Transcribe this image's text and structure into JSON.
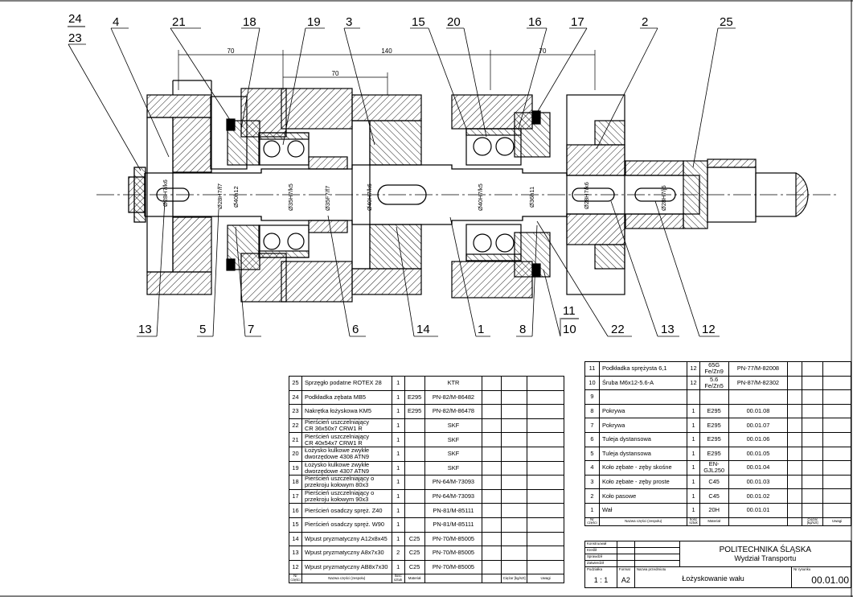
{
  "drawing": {
    "callouts_top": [
      "24",
      "23",
      "4",
      "21",
      "18",
      "19",
      "3",
      "15",
      "20",
      "16",
      "17",
      "2",
      "25"
    ],
    "callouts_bottom": [
      "13",
      "5",
      "7",
      "6",
      "14",
      "1",
      "8",
      "11",
      "10",
      "22",
      "13",
      "12"
    ],
    "dims": {
      "d1": "70",
      "d2": "140",
      "d3": "70",
      "d4": "70"
    },
    "fits": [
      "Ø28H7/k6",
      "Ø28H7/f7",
      "Ø40h12",
      "Ø35H7/k5",
      "Ø35F7/f7",
      "Ø40H7/k6",
      "Ø40H7/k5",
      "Ø36h11",
      "Ø28H7/k6",
      "Ø28H7/j6"
    ]
  },
  "bom_left": {
    "rows": [
      {
        "no": "25",
        "name": [
          "Sprzęgło podatne ROTEX 28"
        ],
        "qty": "1",
        "mat": "",
        "norm": "KTR"
      },
      {
        "no": "24",
        "name": [
          "Podkładka zębata MB5"
        ],
        "qty": "1",
        "mat": "E295",
        "norm": "PN-82/M-86482"
      },
      {
        "no": "23",
        "name": [
          "Nakrętka łożyskowa KM5"
        ],
        "qty": "1",
        "mat": "E295",
        "norm": "PN-82/M-86478"
      },
      {
        "no": "22",
        "name": [
          "Pierścień uszczelniający",
          "CR 36x50x7 CRW1 R"
        ],
        "qty": "1",
        "mat": "",
        "norm": "SKF"
      },
      {
        "no": "21",
        "name": [
          "Pierścień uszczelniający",
          "CR 40x54x7 CRW1 R"
        ],
        "qty": "1",
        "mat": "",
        "norm": "SKF"
      },
      {
        "no": "20",
        "name": [
          "Łożysko kulkowe zwykłe",
          "dworzędowe 4308 ATN9"
        ],
        "qty": "1",
        "mat": "",
        "norm": "SKF"
      },
      {
        "no": "19",
        "name": [
          "Łożysko kulkowe zwykłe",
          "dworzędowe 4307 ATN9"
        ],
        "qty": "1",
        "mat": "",
        "norm": "SKF"
      },
      {
        "no": "18",
        "name": [
          "Pierścień uszczelniający o",
          "przekroju kołowym 80x3"
        ],
        "qty": "1",
        "mat": "",
        "norm": "PN-64/M-73093"
      },
      {
        "no": "17",
        "name": [
          "Pierścień uszczelniający o",
          "przekroju kołowym 90x3"
        ],
        "qty": "1",
        "mat": "",
        "norm": "PN-64/M-73093"
      },
      {
        "no": "16",
        "name": [
          "Pierścień osadczy spręż. Z40"
        ],
        "qty": "1",
        "mat": "",
        "norm": "PN-81/M-85111"
      },
      {
        "no": "15",
        "name": [
          "Pierścień osadczy spręż. W90"
        ],
        "qty": "1",
        "mat": "",
        "norm": "PN-81/M-85111"
      },
      {
        "no": "14",
        "name": [
          "Wpust pryzmatyczny A12x8x45"
        ],
        "qty": "1",
        "mat": "C25",
        "norm": "PN-70/M-85005"
      },
      {
        "no": "13",
        "name": [
          "Wpust pryzmatyczny A8x7x30"
        ],
        "qty": "2",
        "mat": "C25",
        "norm": "PN-70/M-85005"
      },
      {
        "no": "12",
        "name": [
          "Wpust pryzmatyczny AB8x7x30"
        ],
        "qty": "1",
        "mat": "C25",
        "norm": "PN-70/M-85005"
      }
    ],
    "header": {
      "no": "Nr części",
      "name": "Nazwa części (zespołu)",
      "qty": "Ilość sztuk",
      "mat": "Materiał",
      "norm": "",
      "mass": "Ciężar [kg/szt]",
      "notes": "Uwagi"
    }
  },
  "bom_right": {
    "rows": [
      {
        "no": "11",
        "name": "Podkładka sprężysta 6,1",
        "qty": "12",
        "mat": [
          "65G",
          "Fe/Zn9"
        ],
        "norm": "PN-77/M-82008"
      },
      {
        "no": "10",
        "name": "Śruba M6x12-5.6-A",
        "qty": "12",
        "mat": [
          "5.6",
          "Fe/Zn5"
        ],
        "norm": "PN-87/M-82302"
      },
      {
        "no": "9",
        "name": "",
        "qty": "",
        "mat": [
          ""
        ],
        "norm": ""
      },
      {
        "no": "8",
        "name": "Pokrywa",
        "qty": "1",
        "mat": [
          "E295"
        ],
        "norm": "00.01.08"
      },
      {
        "no": "7",
        "name": "Pokrywa",
        "qty": "1",
        "mat": [
          "E295"
        ],
        "norm": "00.01.07"
      },
      {
        "no": "6",
        "name": "Tuleja dystansowa",
        "qty": "1",
        "mat": [
          "E295"
        ],
        "norm": "00.01.06"
      },
      {
        "no": "5",
        "name": "Tuleja dystansowa",
        "qty": "1",
        "mat": [
          "E295"
        ],
        "norm": "00.01.05"
      },
      {
        "no": "4",
        "name": "Koło zębate - zęby skośne",
        "qty": "1",
        "mat": [
          "EN-GJL250"
        ],
        "norm": "00.01.04"
      },
      {
        "no": "3",
        "name": "Koło zębate - zęby proste",
        "qty": "1",
        "mat": [
          "C45"
        ],
        "norm": "00.01.03"
      },
      {
        "no": "2",
        "name": "Koło pasowe",
        "qty": "1",
        "mat": [
          "C45"
        ],
        "norm": "00.01.02"
      },
      {
        "no": "1",
        "name": "Wał",
        "qty": "1",
        "mat": [
          "20H"
        ],
        "norm": "00.01.01"
      }
    ],
    "header": {
      "no": "Nr części",
      "name": "Nazwa części (zespołu)",
      "qty": "Ilość sztuk",
      "mat": "Materiał",
      "mass": "Ciężar [kg/szt]",
      "notes": "Uwagi"
    }
  },
  "title_block": {
    "roles": [
      "Konstruował",
      "Kreślił",
      "Sprawdził",
      "Zatwierdził"
    ],
    "institution": "POLITECHNIKA ŚLĄSKA",
    "faculty": "Wydział Transportu",
    "scale_label": "Podziałka",
    "format_label": "Format",
    "name_label": "Nazwa przedmiotu",
    "number_label": "Nr rysunku",
    "scale": "1 : 1",
    "format": "A2",
    "title": "Łożyskowanie wału",
    "number": "00.01.00"
  }
}
